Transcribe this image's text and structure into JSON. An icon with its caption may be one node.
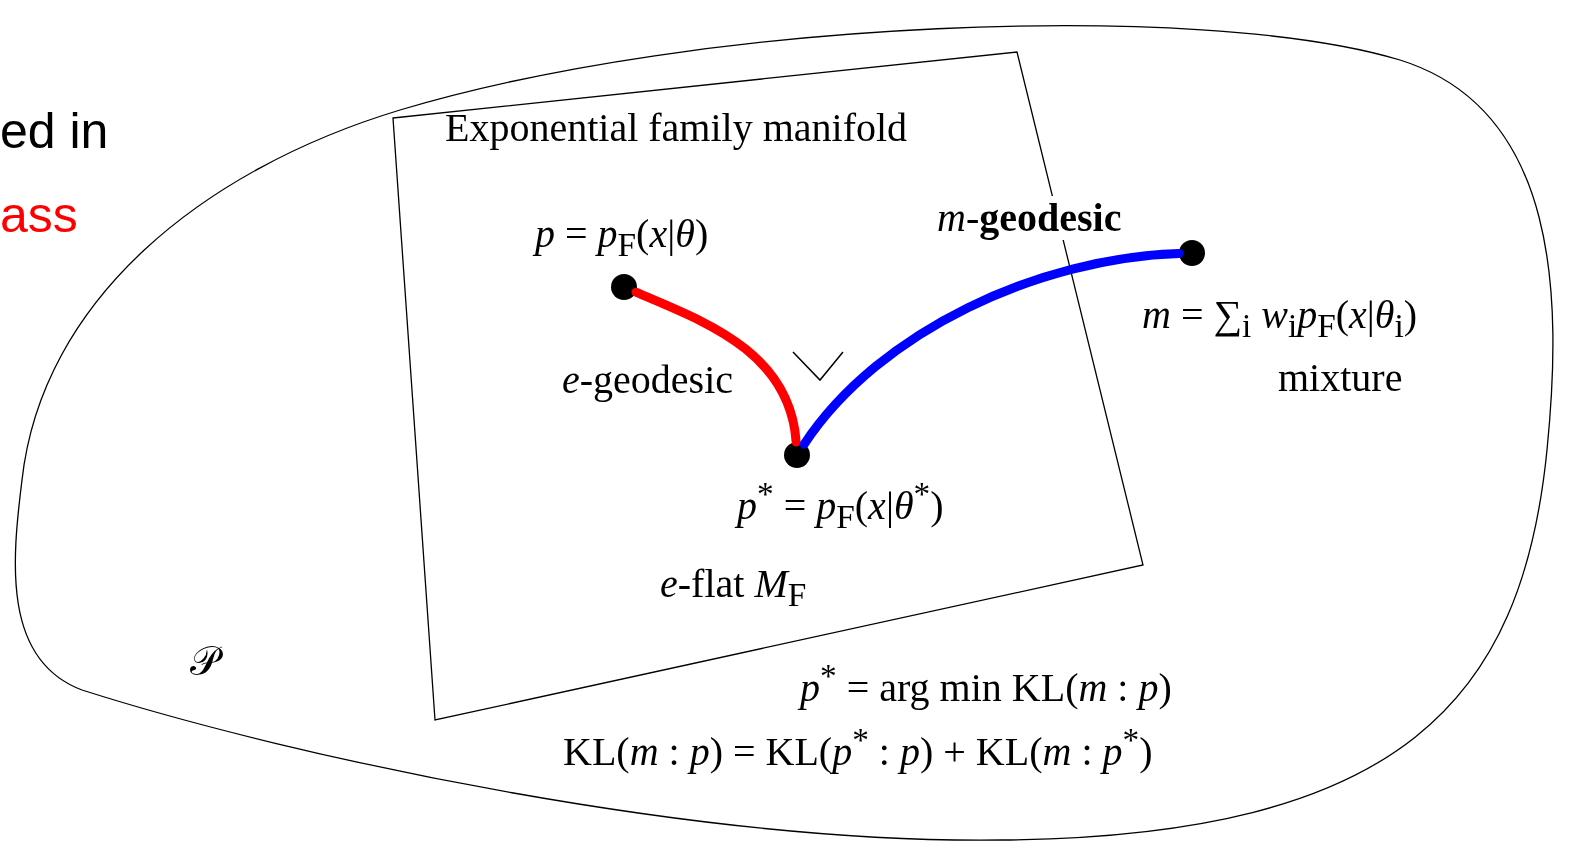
{
  "diagram": {
    "nodes": [
      {
        "text": [
          "𝒫"
        ]
      },
      {
        "text": [
          "Exponential family manifold",
          "*e*-flat *M*$_{F}$"
        ],
        "in": 0
      },
      {
        "text": [],
        "shape": "circle",
        "in": 1,
        "beside": [
          "*p* = *p*$_{F}$(*x*|*θ*)"
        ]
      },
      {
        "text": [],
        "shape": "circle",
        "in": 1,
        "beside": [
          "*p*$^{*}$ = *p*$_{F}$(*x*|*θ*$^{*}$)"
        ]
      },
      {
        "text": [],
        "shape": "circle",
        "in": 0,
        "beside": [
          "*m* = ∑$_{i}$ *w*$_{i}$*p*$_{F}$(*x*|*θ*$_{i}$)",
          "mixture"
        ]
      }
    ],
    "edges": [
      {
        "from": 2,
        "to": 3,
        "arrow": "none",
        "label": "*e*-geodesic",
        "color": "#ff0000"
      },
      {
        "from": 4,
        "to": 3,
        "arrow": "none",
        "label": "*m*-**geodesic**",
        "color": "#0000ff"
      }
    ],
    "labels": [
      "ed in",
      "ass",
      "*p*$^{*}$ = arg min KL(*m* : *p*)",
      "KL(*m* : *p*) = KL(*p*$^{*}$ : *p*) + KL(*m* : *p*$^{*}$)"
    ]
  }
}
